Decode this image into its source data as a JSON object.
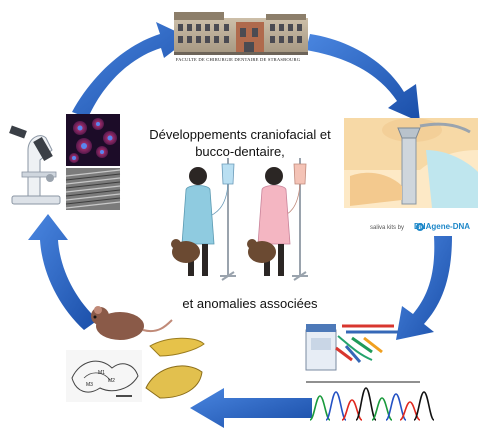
{
  "center": {
    "title_line1": "Développements craniofacial et",
    "title_line2": "bucco-dentaire,",
    "subtitle": "et anomalies associées"
  },
  "top_panel": {
    "caption": "FACULTE DE CHIRURGIE DENTAIRE DE STRASBOURG"
  },
  "saliva_panel": {
    "brand_prefix": "saliva kits by",
    "brand_main": "DNAgene",
    "brand_suffix": "-DNA"
  },
  "mouse_panel": {
    "tooth_labels": [
      "M1",
      "M2",
      "M3"
    ]
  },
  "colors": {
    "arrow_blue": "#2a64c8",
    "arrow_dark": "#174a9e"
  }
}
